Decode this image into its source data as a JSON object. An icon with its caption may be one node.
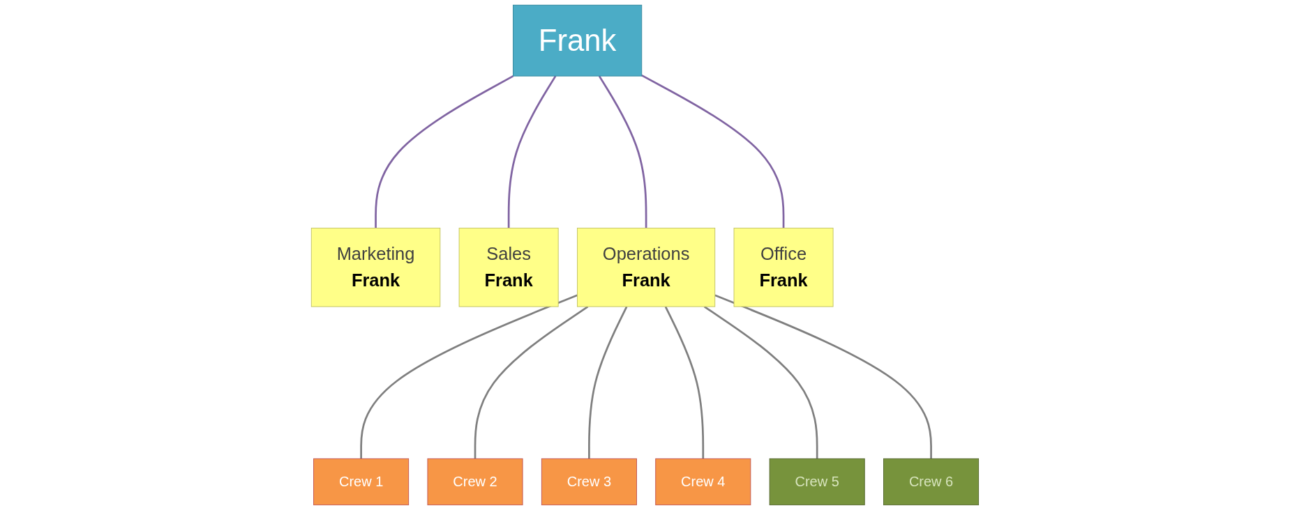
{
  "diagram": {
    "nodes": [
      {
        "text": [
          "Frank"
        ]
      },
      {
        "text": [
          "Marketing",
          "Frank"
        ]
      },
      {
        "text": [
          "Sales",
          "Frank"
        ]
      },
      {
        "text": [
          "Operations",
          "Frank"
        ]
      },
      {
        "text": [
          "Office",
          "Frank"
        ]
      },
      {
        "text": [
          "Crew 1"
        ]
      },
      {
        "text": [
          "Crew 2"
        ]
      },
      {
        "text": [
          "Crew 3"
        ]
      },
      {
        "text": [
          "Crew 4"
        ]
      },
      {
        "text": [
          "Crew 5"
        ]
      },
      {
        "text": [
          "Crew 6"
        ]
      }
    ],
    "edges": [
      {
        "from": 0,
        "to": 1,
        "arrow": "none",
        "color": "#8064a2"
      },
      {
        "from": 0,
        "to": 2,
        "arrow": "none",
        "color": "#8064a2"
      },
      {
        "from": 0,
        "to": 3,
        "arrow": "none",
        "color": "#8064a2"
      },
      {
        "from": 0,
        "to": 4,
        "arrow": "none",
        "color": "#8064a2"
      },
      {
        "from": 3,
        "to": 5,
        "arrow": "none"
      },
      {
        "from": 3,
        "to": 6,
        "arrow": "none"
      },
      {
        "from": 3,
        "to": 7,
        "arrow": "none"
      },
      {
        "from": 3,
        "to": 8,
        "arrow": "none"
      },
      {
        "from": 3,
        "to": 9,
        "arrow": "none"
      },
      {
        "from": 3,
        "to": 10,
        "arrow": "none"
      }
    ]
  }
}
